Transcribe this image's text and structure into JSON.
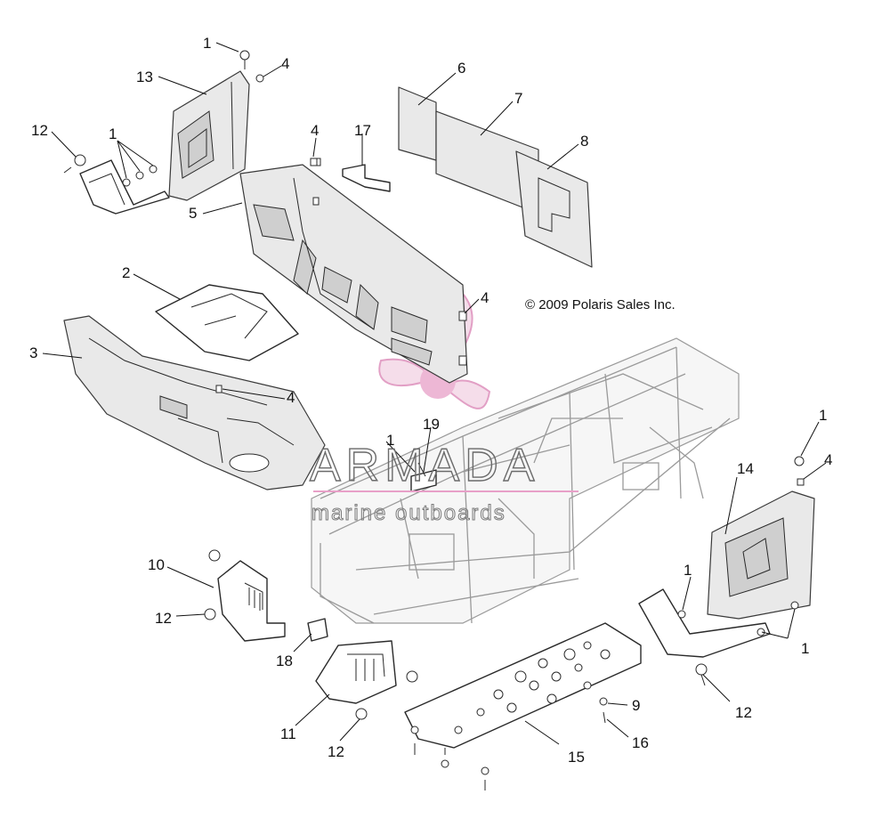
{
  "copyright": "© 2009 Polaris Sales Inc.",
  "watermark": {
    "title": "ARMADA",
    "subtitle": "marine outboards",
    "accent_color": "#e8a0c8"
  },
  "callouts": [
    {
      "id": "c-1a",
      "text": "1"
    },
    {
      "id": "c-4a",
      "text": "4"
    },
    {
      "id": "c-13",
      "text": "13"
    },
    {
      "id": "c-12a",
      "text": "12"
    },
    {
      "id": "c-1b",
      "text": "1"
    },
    {
      "id": "c-4b",
      "text": "4"
    },
    {
      "id": "c-17",
      "text": "17"
    },
    {
      "id": "c-6",
      "text": "6"
    },
    {
      "id": "c-7",
      "text": "7"
    },
    {
      "id": "c-8",
      "text": "8"
    },
    {
      "id": "c-5",
      "text": "5"
    },
    {
      "id": "c-2",
      "text": "2"
    },
    {
      "id": "c-4c",
      "text": "4"
    },
    {
      "id": "c-3",
      "text": "3"
    },
    {
      "id": "c-4d",
      "text": "4"
    },
    {
      "id": "c-1c",
      "text": "1"
    },
    {
      "id": "c-19",
      "text": "19"
    },
    {
      "id": "c-1d",
      "text": "1"
    },
    {
      "id": "c-4e",
      "text": "4"
    },
    {
      "id": "c-14",
      "text": "14"
    },
    {
      "id": "c-10",
      "text": "10"
    },
    {
      "id": "c-12b",
      "text": "12"
    },
    {
      "id": "c-1e",
      "text": "1"
    },
    {
      "id": "c-1f",
      "text": "1"
    },
    {
      "id": "c-18",
      "text": "18"
    },
    {
      "id": "c-12c",
      "text": "12"
    },
    {
      "id": "c-9",
      "text": "9"
    },
    {
      "id": "c-11",
      "text": "11"
    },
    {
      "id": "c-16",
      "text": "16"
    },
    {
      "id": "c-12d",
      "text": "12"
    },
    {
      "id": "c-15",
      "text": "15"
    }
  ]
}
